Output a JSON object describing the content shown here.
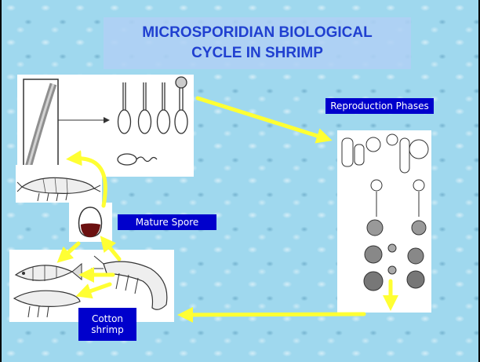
{
  "slide": {
    "title": "MICROSPORIDIAN BIOLOGICAL CYCLE IN SHRIMP"
  },
  "labels": {
    "reproduction": "Reproduction Phases",
    "mature_spore": "Mature Spore",
    "cotton_shrimp": "Cotton shrimp"
  },
  "colors": {
    "background": "#9fd8ee",
    "title_text": "#2040d0",
    "title_box": "#b0d0f4",
    "label_bg": "#0000cc",
    "arrow": "#ffff33"
  },
  "icons": [
    "shrimp-icon",
    "fish-icon",
    "spore-icon",
    "polar-tube-spore-icon",
    "cell-division-icon"
  ]
}
